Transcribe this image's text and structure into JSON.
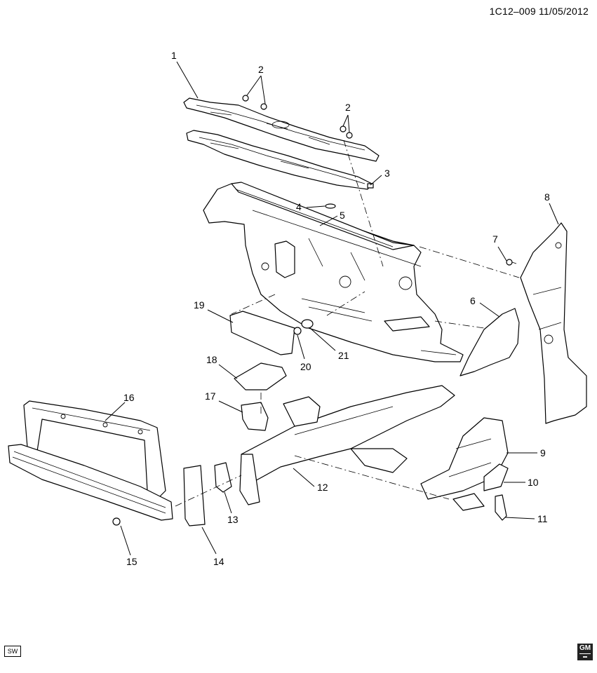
{
  "header": {
    "drawing_id": "1C12–009",
    "date": "11/05/2012"
  },
  "callouts": [
    "1",
    "2",
    "2",
    "3",
    "4",
    "5",
    "6",
    "7",
    "8",
    "9",
    "10",
    "11",
    "12",
    "13",
    "14",
    "15",
    "16",
    "17",
    "18",
    "19",
    "20",
    "21"
  ],
  "footer": {
    "badge": "SW",
    "logo": "GM"
  }
}
